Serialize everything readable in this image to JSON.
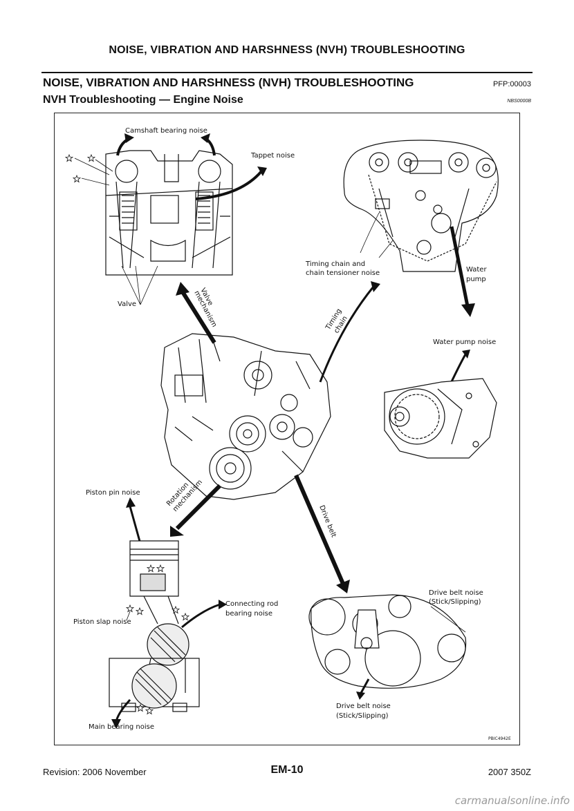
{
  "header": {
    "title": "NOISE, VIBRATION AND HARSHNESS (NVH) TROUBLESHOOTING"
  },
  "section": {
    "title": "NOISE, VIBRATION AND HARSHNESS (NVH) TROUBLESHOOTING",
    "code": "PFP:00003"
  },
  "subsection": {
    "title": "NVH Troubleshooting — Engine Noise",
    "code": "NBS0000B"
  },
  "figure": {
    "labels": {
      "camshaft": "Camshaft bearing noise",
      "tappet": "Tappet noise",
      "valve": "Valve",
      "valve_mechanism_1": "Valve",
      "valve_mechanism_2": "mechanism",
      "timing_chain_1": "Timing",
      "timing_chain_2": "chain",
      "timing_noise_1": "Timing chain and",
      "timing_noise_2": "chain tensioner noise",
      "water_pump_1": "Water",
      "water_pump_2": "pump",
      "water_pump_noise": "Water pump noise",
      "rotation_1": "Rotation",
      "rotation_2": "mechanism",
      "piston_pin": "Piston pin noise",
      "drive_belt": "Drive belt",
      "piston_slap": "Piston slap noise",
      "conrod_1": "Connecting rod",
      "conrod_2": "bearing noise",
      "belt_noise_top_1": "Drive belt noise",
      "belt_noise_top_2": "(Stick/Slipping)",
      "belt_noise_bottom_1": "Drive belt noise",
      "belt_noise_bottom_2": "(Stick/Slipping)",
      "main_bearing": "Main bearing noise",
      "figure_id": "PBIC4942E"
    }
  },
  "footer": {
    "revision": "Revision: 2006 November",
    "page": "EM-10",
    "model": "2007 350Z"
  },
  "watermark": "carmanualsonline.info"
}
